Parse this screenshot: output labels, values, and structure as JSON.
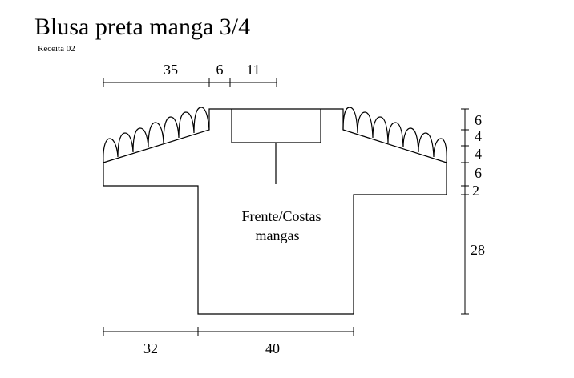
{
  "title": "Blusa preta manga 3/4",
  "subtitle": "Receita 02",
  "top_dims": [
    "35",
    "6",
    "11"
  ],
  "bottom_dims": [
    "32",
    "40"
  ],
  "right_dims": [
    "6",
    "4",
    "4",
    "6",
    "2",
    "28"
  ],
  "center_labels": [
    "Frente/Costas",
    "mangas"
  ],
  "colors": {
    "ink": "#000000",
    "background": "#ffffff"
  }
}
